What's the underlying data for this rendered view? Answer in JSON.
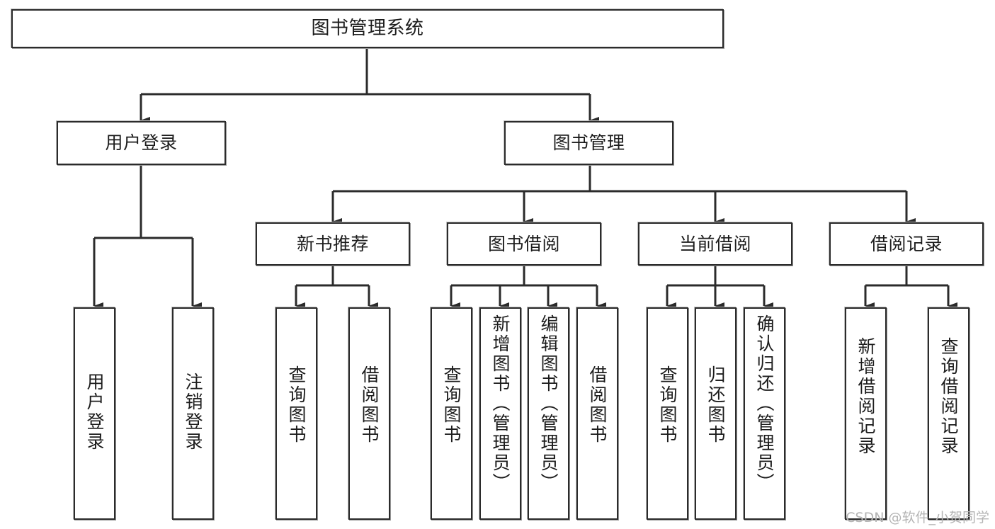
{
  "diagram": {
    "title": "图书管理系统",
    "type": "hierarchy-tree",
    "watermark": "CSDN @软件_小贺同学",
    "colors": {
      "box_border": "#2b2b2b",
      "box_fill": "#ffffff",
      "edge": "#2b2b2b",
      "text": "#1c1c1c",
      "watermark": "#b4b4b4",
      "background": "#ffffff"
    },
    "nodes": {
      "root": {
        "label": "图书管理系统"
      },
      "level1": [
        {
          "id": "user-login",
          "label": "用户登录"
        },
        {
          "id": "book-manage",
          "label": "图书管理"
        }
      ],
      "level2": [
        {
          "id": "new-book-recommend",
          "label": "新书推荐"
        },
        {
          "id": "book-borrow",
          "label": "图书借阅"
        },
        {
          "id": "current-borrow",
          "label": "当前借阅"
        },
        {
          "id": "borrow-record",
          "label": "借阅记录"
        }
      ],
      "leaves": [
        {
          "id": "leaf-user-login",
          "label": "用户登录",
          "parent": "user-login"
        },
        {
          "id": "leaf-logout-login",
          "label": "注销登录",
          "parent": "user-login"
        },
        {
          "id": "leaf-query-book-1",
          "label": "查询图书",
          "parent": "new-book-recommend"
        },
        {
          "id": "leaf-borrow-book-1",
          "label": "借阅图书",
          "parent": "new-book-recommend"
        },
        {
          "id": "leaf-query-book-2",
          "label": "查询图书",
          "parent": "book-borrow"
        },
        {
          "id": "leaf-add-book",
          "label": "新增图书（管理员）",
          "parent": "book-borrow"
        },
        {
          "id": "leaf-edit-book",
          "label": "编辑图书（管理员）",
          "parent": "book-borrow"
        },
        {
          "id": "leaf-borrow-book-2",
          "label": "借阅图书",
          "parent": "book-borrow"
        },
        {
          "id": "leaf-query-book-3",
          "label": "查询图书",
          "parent": "current-borrow"
        },
        {
          "id": "leaf-return-book",
          "label": "归还图书",
          "parent": "current-borrow"
        },
        {
          "id": "leaf-confirm-return",
          "label": "确认归还（管理员）",
          "parent": "current-borrow"
        },
        {
          "id": "leaf-add-record",
          "label": "新增借阅记录",
          "parent": "borrow-record"
        },
        {
          "id": "leaf-query-record",
          "label": "查询借阅记录",
          "parent": "borrow-record"
        }
      ]
    }
  }
}
